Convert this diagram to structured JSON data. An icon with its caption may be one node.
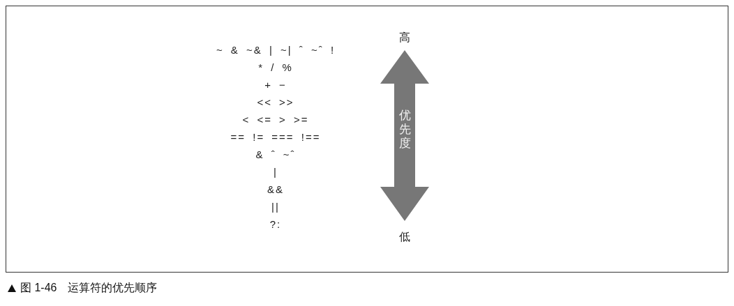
{
  "diagram": {
    "caption": "图 1-46　运算符的优先顺序",
    "nodes": [
      {
        "text": [
          "优先度"
        ],
        "beside": [
          "高",
          "低"
        ]
      }
    ],
    "labels": [
      "~ & ~& | ~| ˆ ~ˆ !",
      "* / %",
      "+ −",
      "<< >>",
      "< <= > >=",
      "== != === !==",
      "& ˆ ~ˆ",
      "|",
      "&&",
      "||",
      "?:"
    ]
  }
}
